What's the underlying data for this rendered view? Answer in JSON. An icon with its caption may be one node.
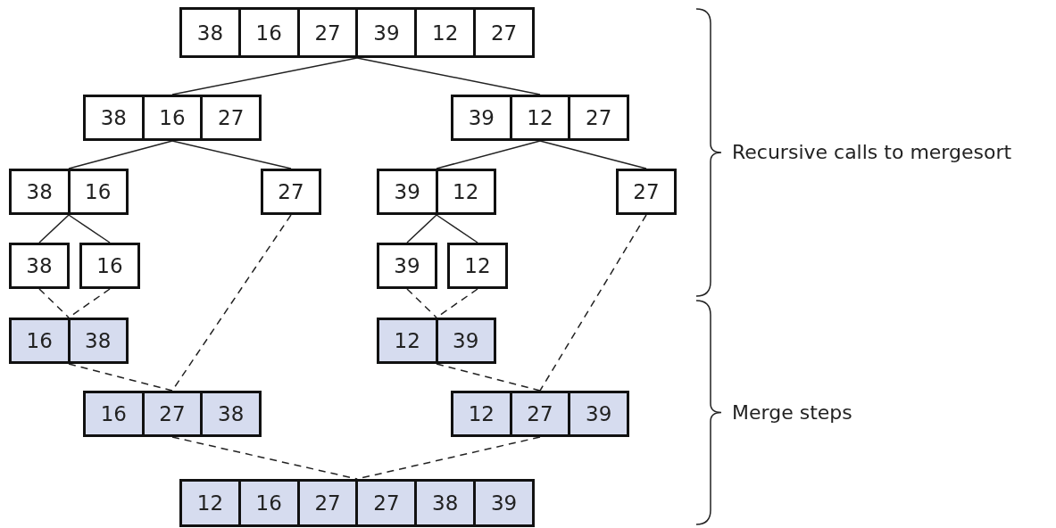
{
  "diagram": {
    "nodes": [
      {
        "text": [
          "38",
          "16",
          "27",
          "39",
          "12",
          "27"
        ]
      },
      {
        "text": [
          "38",
          "16",
          "27"
        ]
      },
      {
        "text": [
          "39",
          "12",
          "27"
        ]
      },
      {
        "text": [
          "38",
          "16"
        ]
      },
      {
        "text": [
          "27"
        ]
      },
      {
        "text": [
          "39",
          "12"
        ]
      },
      {
        "text": [
          "27"
        ]
      },
      {
        "text": [
          "38"
        ]
      },
      {
        "text": [
          "16"
        ]
      },
      {
        "text": [
          "39"
        ]
      },
      {
        "text": [
          "12"
        ]
      },
      {
        "text": [
          "16",
          "38"
        ]
      },
      {
        "text": [
          "12",
          "39"
        ]
      },
      {
        "text": [
          "16",
          "27",
          "38"
        ]
      },
      {
        "text": [
          "12",
          "27",
          "39"
        ]
      },
      {
        "text": [
          "12",
          "16",
          "27",
          "27",
          "38",
          "39"
        ]
      }
    ],
    "edges": [
      {
        "from": 0,
        "to": 1,
        "arrow": "none"
      },
      {
        "from": 0,
        "to": 2,
        "arrow": "none"
      },
      {
        "from": 1,
        "to": 3,
        "arrow": "none"
      },
      {
        "from": 1,
        "to": 4,
        "arrow": "none"
      },
      {
        "from": 2,
        "to": 5,
        "arrow": "none"
      },
      {
        "from": 2,
        "to": 6,
        "arrow": "none"
      },
      {
        "from": 3,
        "to": 7,
        "arrow": "none"
      },
      {
        "from": 3,
        "to": 8,
        "arrow": "none"
      },
      {
        "from": 5,
        "to": 9,
        "arrow": "none"
      },
      {
        "from": 5,
        "to": 10,
        "arrow": "none"
      },
      {
        "from": 7,
        "to": 11,
        "arrow": "none",
        "style": "dashed"
      },
      {
        "from": 8,
        "to": 11,
        "arrow": "none",
        "style": "dashed"
      },
      {
        "from": 9,
        "to": 12,
        "arrow": "none",
        "style": "dashed"
      },
      {
        "from": 10,
        "to": 12,
        "arrow": "none",
        "style": "dashed"
      },
      {
        "from": 11,
        "to": 13,
        "arrow": "none",
        "style": "dashed"
      },
      {
        "from": 4,
        "to": 13,
        "arrow": "none",
        "style": "dashed"
      },
      {
        "from": 12,
        "to": 14,
        "arrow": "none",
        "style": "dashed"
      },
      {
        "from": 6,
        "to": 14,
        "arrow": "none",
        "style": "dashed"
      },
      {
        "from": 13,
        "to": 15,
        "arrow": "none",
        "style": "dashed"
      },
      {
        "from": 14,
        "to": 15,
        "arrow": "none",
        "style": "dashed"
      }
    ],
    "labels": [
      "Recursive calls to mergesort",
      "Merge steps"
    ]
  }
}
